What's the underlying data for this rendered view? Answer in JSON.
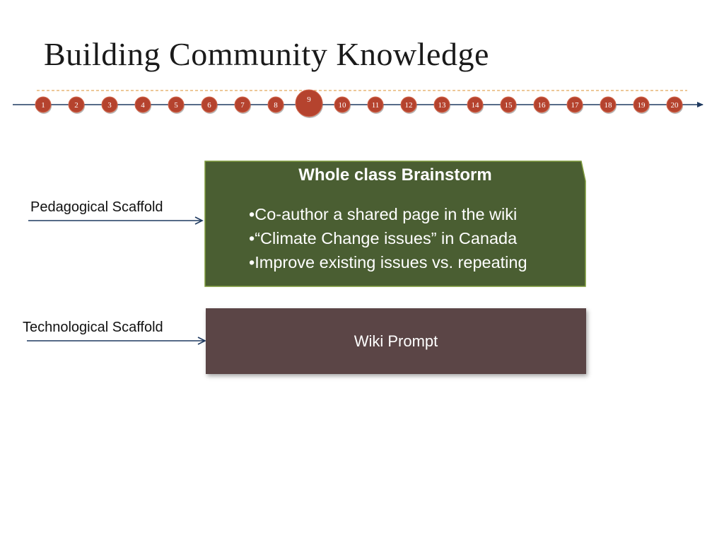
{
  "slide": {
    "title": "Building Community Knowledge"
  },
  "timeline": {
    "steps": [
      "1",
      "2",
      "3",
      "4",
      "5",
      "6",
      "7",
      "8",
      "9",
      "10",
      "11",
      "12",
      "13",
      "14",
      "15",
      "16",
      "17",
      "18",
      "19",
      "20"
    ],
    "current_step": "9",
    "dot_color": "#b5432e",
    "line_color": "#1f3a60",
    "dashed_color": "#e2a65a"
  },
  "scaffolds": {
    "pedagogical_label": "Pedagogical Scaffold",
    "technological_label": "Technological Scaffold"
  },
  "brainstorm_box": {
    "title": "Whole class Brainstorm",
    "bullets": [
      "•Co-author a shared page in the wiki",
      "•“Climate Change issues” in Canada",
      "•Improve existing issues vs. repeating"
    ],
    "fill_color": "#4a5e32"
  },
  "wiki_box": {
    "label": "Wiki Prompt",
    "fill_color": "#5b4546"
  }
}
